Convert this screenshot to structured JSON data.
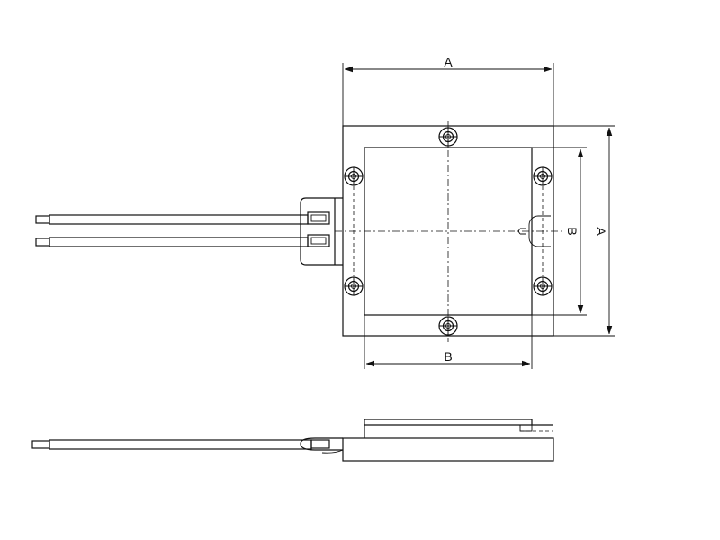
{
  "dimensions": {
    "top_outer": "A",
    "bottom_inner": "B",
    "right_inner": "B",
    "right_outer": "A"
  },
  "colors": {
    "line": "#111111",
    "background": "#ffffff"
  }
}
